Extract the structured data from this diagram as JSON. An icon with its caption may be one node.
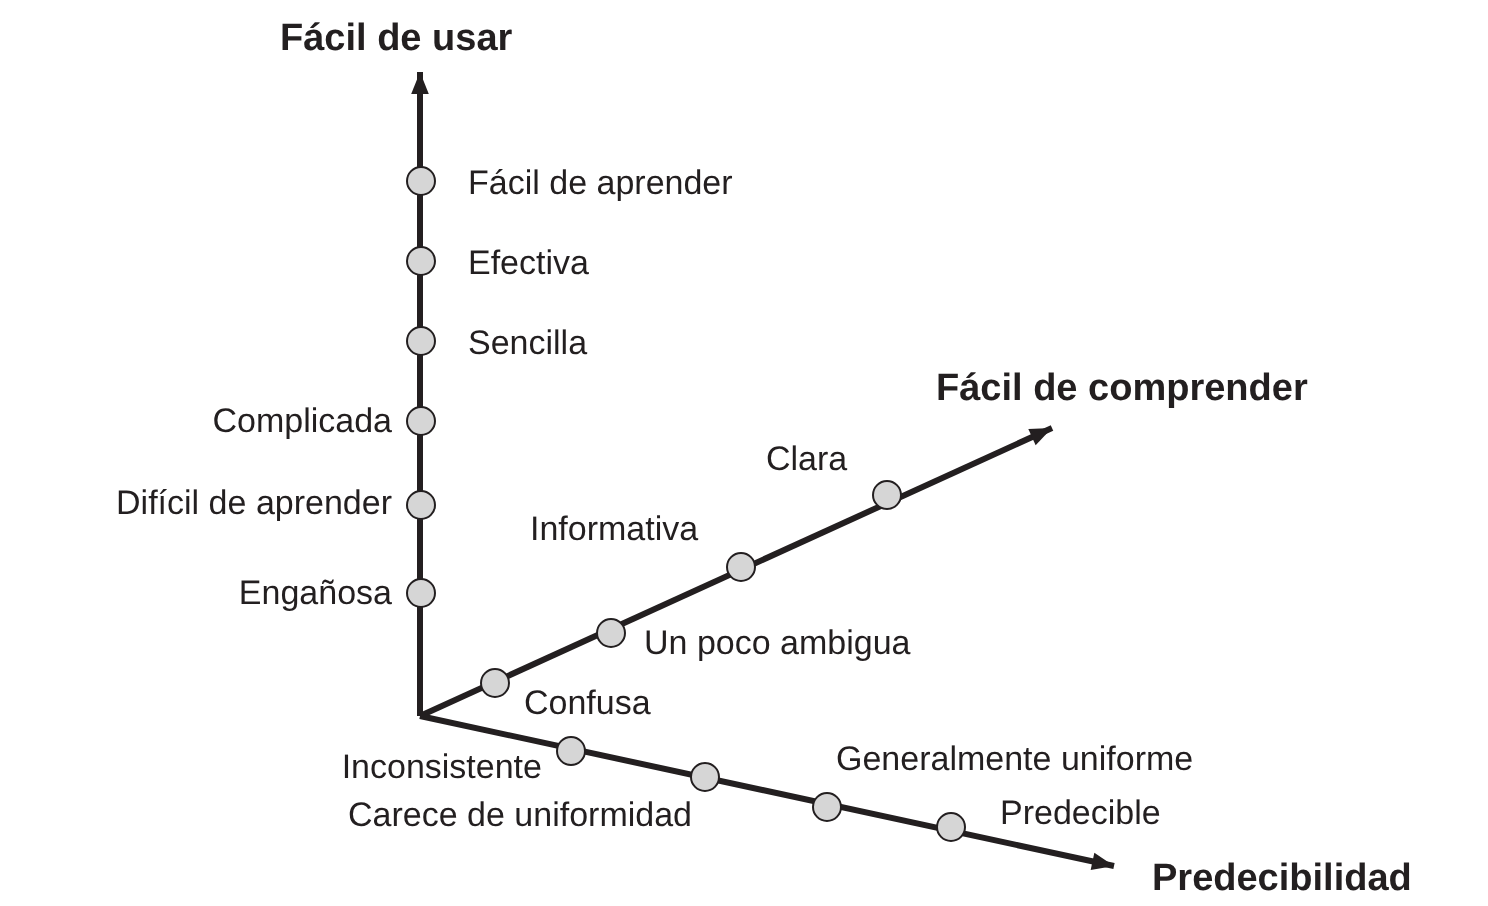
{
  "diagram": {
    "nodes": [
      {
        "text": [
          "Fácil de usar"
        ]
      },
      {
        "text": [],
        "shape": "circle",
        "beside": [
          "Fácil de aprender"
        ]
      },
      {
        "text": [],
        "shape": "circle",
        "beside": [
          "Efectiva"
        ]
      },
      {
        "text": [],
        "shape": "circle",
        "beside": [
          "Sencilla"
        ]
      },
      {
        "text": [],
        "shape": "circle",
        "beside": [
          "Complicada"
        ]
      },
      {
        "text": [],
        "shape": "circle",
        "beside": [
          "Difícil de aprender"
        ]
      },
      {
        "text": [],
        "shape": "circle",
        "beside": [
          "Engañosa"
        ]
      },
      {
        "text": [
          "Fácil de comprender"
        ]
      },
      {
        "text": [],
        "shape": "circle",
        "beside": [
          "Clara"
        ]
      },
      {
        "text": [],
        "shape": "circle",
        "beside": [
          "Informativa"
        ]
      },
      {
        "text": [],
        "shape": "circle",
        "beside": [
          "Un poco ambigua"
        ]
      },
      {
        "text": [],
        "shape": "circle",
        "beside": [
          "Confusa"
        ]
      },
      {
        "text": [
          "Predecibilidad"
        ]
      },
      {
        "text": [],
        "shape": "circle",
        "beside": [
          "Inconsistente"
        ]
      },
      {
        "text": [],
        "shape": "circle",
        "beside": [
          "Carece de uniformidad"
        ]
      },
      {
        "text": [],
        "shape": "circle",
        "beside": [
          "Generalmente uniforme"
        ]
      },
      {
        "text": [],
        "shape": "circle",
        "beside": [
          "Predecible"
        ]
      }
    ],
    "edges": [
      {
        "from": null,
        "to": 0,
        "arrow": "to"
      },
      {
        "from": null,
        "to": 7,
        "arrow": "to"
      },
      {
        "from": null,
        "to": 12,
        "arrow": "to"
      }
    ]
  }
}
